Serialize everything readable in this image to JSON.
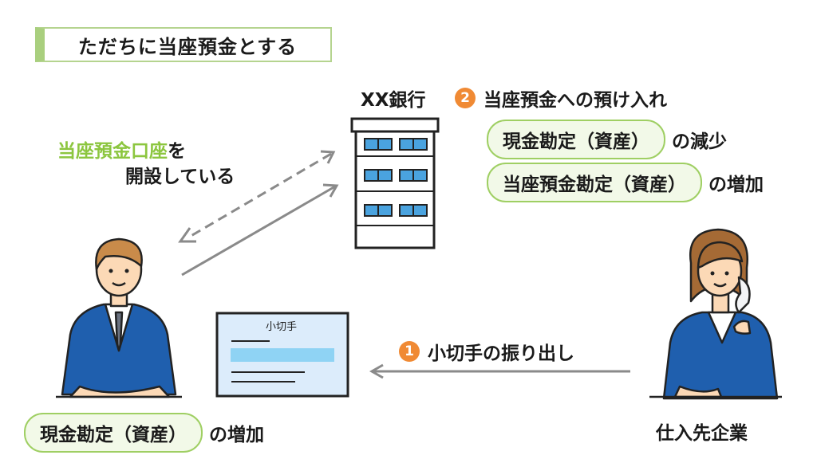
{
  "title": "ただちに当座預金とする",
  "bank": {
    "name": "XX銀行"
  },
  "step2": {
    "number": "2",
    "label": "当座預金への預け入れ",
    "rows": [
      {
        "pill": "現金勘定（資産）",
        "suffix": "の減少"
      },
      {
        "pill": "当座預金勘定（資産）",
        "suffix": "の増加"
      }
    ]
  },
  "account": {
    "highlight": "当座預金口座",
    "particle": "を",
    "line2": "開設している"
  },
  "check": {
    "label": "小切手"
  },
  "step1": {
    "number": "1",
    "label": "小切手の振り出し"
  },
  "company": {
    "pill": "現金勘定（資産）",
    "suffix": "の増加"
  },
  "supplier": {
    "label": "仕入先企業"
  },
  "colors": {
    "accent_green": "#8cc63f",
    "pill_border": "#9fcf63",
    "step_orange": "#f08a34",
    "suit_blue": "#1f5fae",
    "check_bg": "#dcecfb",
    "check_stripe": "#8fd3f4",
    "arrow_gray": "#8a8a8a"
  }
}
